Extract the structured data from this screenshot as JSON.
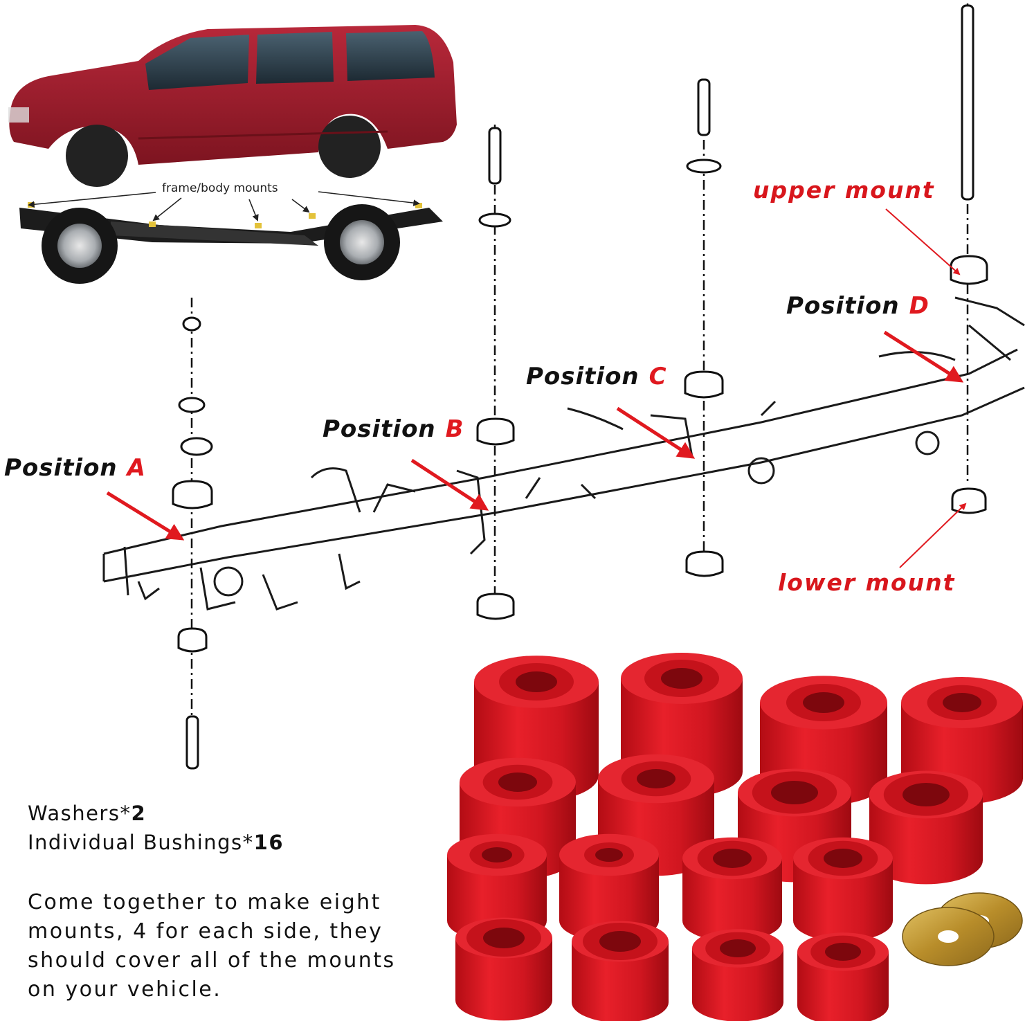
{
  "diagram": {
    "frame_label": "frame/body mounts",
    "positions": [
      {
        "word": "Position",
        "letter": "A"
      },
      {
        "word": "Position",
        "letter": "B"
      },
      {
        "word": "Position",
        "letter": "C"
      },
      {
        "word": "Position",
        "letter": "D"
      }
    ],
    "upper_mount": "upper mount",
    "lower_mount": "lower mount"
  },
  "kit": {
    "washers_label": "Washers*",
    "washers_count": "2",
    "bushings_label": "Individual Bushings*",
    "bushings_count": "16",
    "description_lines": [
      "Come together to make eight",
      "mounts, 4 for each side, they",
      "should cover all of the mounts",
      "on your vehicle."
    ]
  },
  "colors": {
    "accent_red": "#e0191f",
    "bushing_red": "#d9121b",
    "washer_gold": "#c9a23a",
    "vehicle_red": "#9e1d2b"
  }
}
